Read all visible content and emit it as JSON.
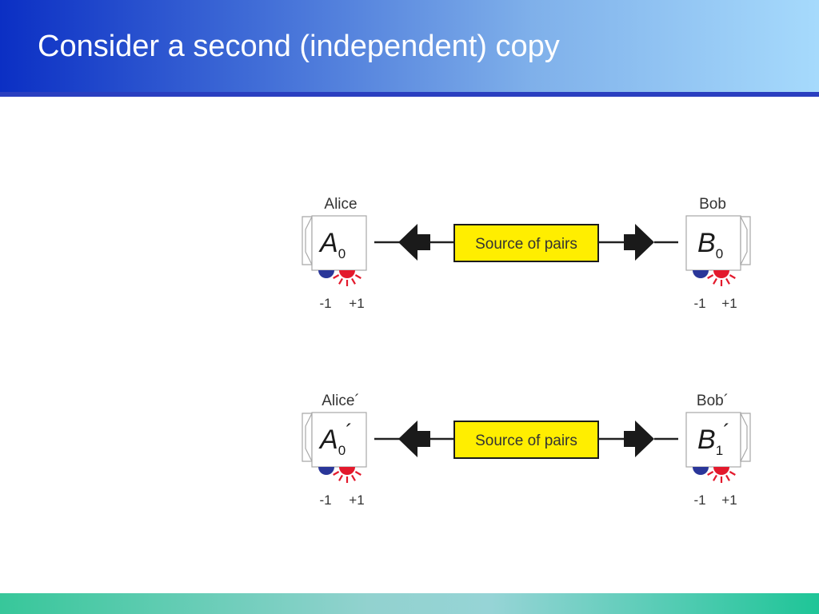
{
  "slide": {
    "title": "Consider a second (independent) copy"
  },
  "colors": {
    "header_start": "#0b2fc4",
    "header_end": "#a6dafc",
    "header_rule": "#2a3fc0",
    "footer_start": "#37c79a",
    "footer_end": "#1ec597",
    "source_fill": "#ffee00",
    "outcome_minus": "#2a3699",
    "outcome_plus": "#e3192c"
  },
  "setups": [
    {
      "left_party": "Alice",
      "left_letter": "A",
      "left_sub": "0",
      "left_prime": "",
      "right_party": "Bob",
      "right_letter": "B",
      "right_sub": "0",
      "right_prime": "",
      "source_label": "Source of pairs",
      "outcome_minus": "-1",
      "outcome_plus": "+1"
    },
    {
      "left_party": "Alice´",
      "left_letter": "A",
      "left_sub": "0",
      "left_prime": "´",
      "right_party": "Bob´",
      "right_letter": "B",
      "right_sub": "1",
      "right_prime": "´",
      "source_label": "Source of pairs",
      "outcome_minus": "-1",
      "outcome_plus": "+1"
    }
  ]
}
